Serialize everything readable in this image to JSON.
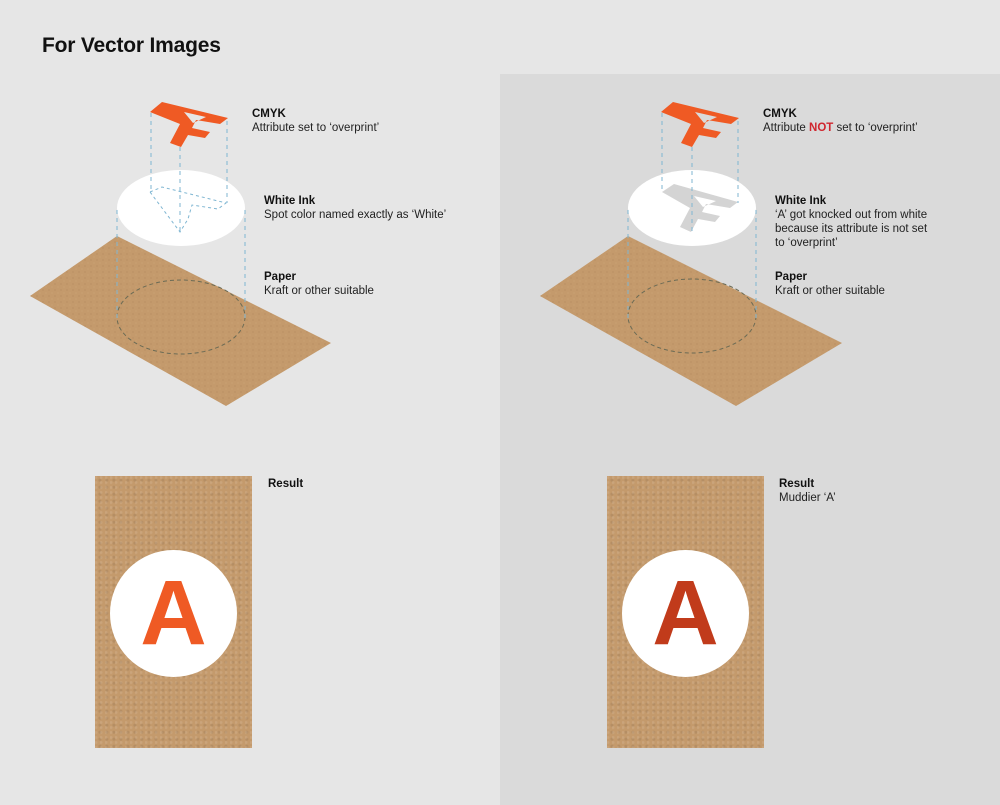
{
  "title": "For Vector Images",
  "colors": {
    "background": "#e6e6e6",
    "right_panel": "#dadada",
    "kraft": "#c49a6c",
    "cmyk_orange": "#ef5a24",
    "muddy_orange": "#c13b1b",
    "not_red": "#d0262f",
    "guide_blue": "#7fb6d2"
  },
  "left": {
    "cmyk": {
      "heading": "CMYK",
      "desc": "Attribute set to ‘overprint’"
    },
    "white_ink": {
      "heading": "White Ink",
      "desc": "Spot color named exactly as ‘White’"
    },
    "paper": {
      "heading": "Paper",
      "desc": "Kraft or other suitable"
    },
    "result": {
      "heading": "Result",
      "desc": "",
      "letter": "A"
    }
  },
  "right": {
    "cmyk": {
      "heading": "CMYK",
      "desc_before": "Attribute ",
      "desc_emph": "NOT",
      "desc_after": " set to ‘overprint’"
    },
    "white_ink": {
      "heading": "White Ink",
      "desc_line1": "‘A’ got knocked out from white",
      "desc_line2": "because its attribute is not set",
      "desc_line3": "to ‘overprint’"
    },
    "paper": {
      "heading": "Paper",
      "desc": "Kraft or other suitable"
    },
    "result": {
      "heading": "Result",
      "desc": "Muddier ‘A’",
      "letter": "A"
    }
  }
}
